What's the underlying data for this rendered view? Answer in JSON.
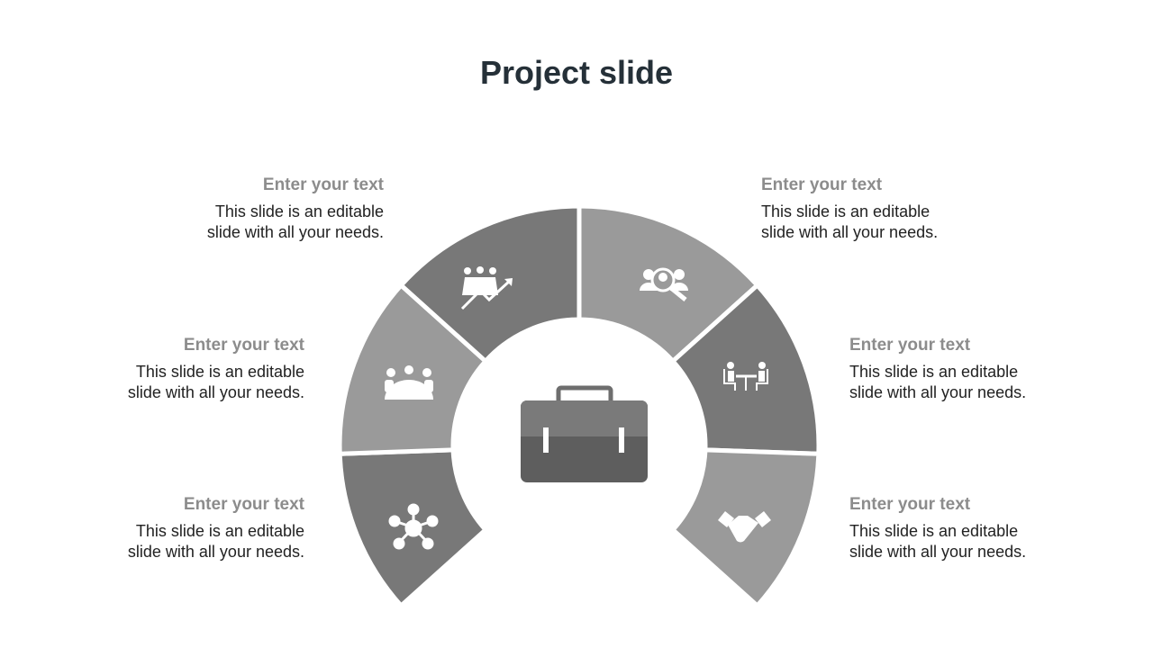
{
  "title": "Project slide",
  "colors": {
    "dark": "#787878",
    "light": "#9a9a9a",
    "briefcase_top": "#7a7a7a",
    "briefcase_bottom": "#5e5e5e"
  },
  "segments": [
    {
      "icon": "network-icon",
      "shade": "dark"
    },
    {
      "icon": "meeting-icon",
      "shade": "light"
    },
    {
      "icon": "team-growth-icon",
      "shade": "dark"
    },
    {
      "icon": "search-people-icon",
      "shade": "light"
    },
    {
      "icon": "interview-icon",
      "shade": "dark"
    },
    {
      "icon": "handshake-icon",
      "shade": "light"
    }
  ],
  "blocks": [
    {
      "heading": "Enter your text",
      "body1": "This slide is an editable",
      "body2": "slide with  all your needs."
    },
    {
      "heading": "Enter your text",
      "body1": "This slide is an editable",
      "body2": "slide with  all your needs."
    },
    {
      "heading": "Enter your text",
      "body1": "This slide is an editable",
      "body2": "slide with  all your needs."
    },
    {
      "heading": "Enter your text",
      "body1": "This slide is an editable",
      "body2": "slide with  all your needs."
    },
    {
      "heading": "Enter your text",
      "body1": "This slide is an editable",
      "body2": "slide with  all your needs."
    },
    {
      "heading": "Enter your text",
      "body1": "This slide is an editable",
      "body2": "slide with  all your needs."
    }
  ]
}
